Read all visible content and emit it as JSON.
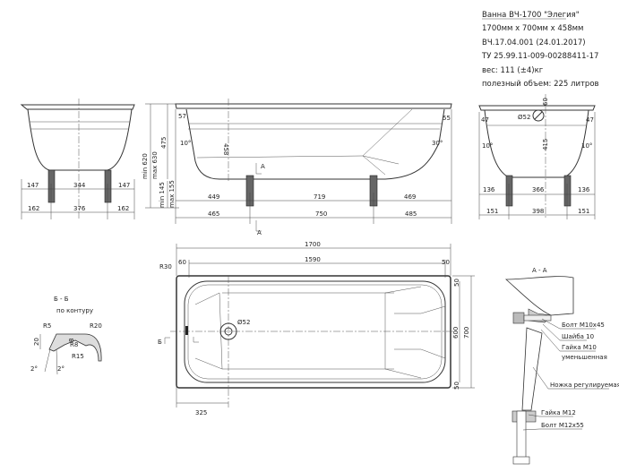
{
  "title_block": {
    "name": "Ванна ВЧ-1700 \"Элегия\"",
    "size": "1700мм x 700мм x 458мм",
    "code": "ВЧ.17.04.001 (24.01.2017)",
    "spec": "ТУ 25.99.11-009-00288411-17",
    "weight": "вес: 111 (±4)кг",
    "volume": "полезный объем: 225 литров"
  },
  "left_view": {
    "d1": "147",
    "d2": "344",
    "d3": "147",
    "d4": "162",
    "d5": "376",
    "d6": "162"
  },
  "side_view": {
    "h_total": "min 620",
    "h_total2": "max 630",
    "h_bowl": "475",
    "h_leg": "min 145",
    "h_leg2": "max 155",
    "depth": "458",
    "rim_left": "57",
    "rim_right": "55",
    "angle_left": "10°",
    "angle_right": "30°",
    "d1": "449",
    "d2": "719",
    "d3": "469",
    "d4": "465",
    "d5": "750",
    "d6": "485",
    "section": "A"
  },
  "right_view": {
    "drain": "Ø52",
    "top": "60",
    "depth": "415",
    "rim_l": "47",
    "rim_r": "47",
    "angle_l": "10°",
    "angle_r": "10°",
    "d1": "136",
    "d2": "366",
    "d3": "136",
    "d4": "151",
    "d5": "398",
    "d6": "151"
  },
  "plan_view": {
    "length": "1700",
    "inner": "1590",
    "left": "60",
    "right": "50",
    "radius": "R30",
    "drain": "Ø52",
    "width": "700",
    "inner_w": "600",
    "edge_top": "50",
    "edge_bottom": "50",
    "drain_offset": "325",
    "section": "Б"
  },
  "section_bb": {
    "title": "Б - Б",
    "subtitle": "по контуру",
    "r5": "R5",
    "r20": "R20",
    "r8": "R8",
    "r15": "R15",
    "h": "20",
    "t": "8",
    "a1": "2°",
    "a2": "2°"
  },
  "section_aa": {
    "title": "А - А",
    "parts": [
      "Болт М10х45",
      "Шайба 10",
      "Гайка М10",
      "уменьшенная",
      "Ножка регулируемая",
      "Гайка М12",
      "Болт М12х55"
    ]
  }
}
